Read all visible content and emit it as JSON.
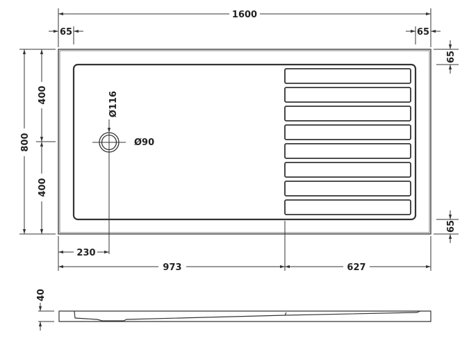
{
  "plan": {
    "overall_length": "1600",
    "overall_width": "800",
    "rim_left": "65",
    "rim_right": "65",
    "rim_top": "65",
    "rim_bottom": "65",
    "waste_from_top": "400",
    "waste_from_bottom": "400",
    "waste_outer_diameter": "Ø116",
    "waste_inner_diameter": "Ø90",
    "waste_from_left": "230",
    "flat_area_length": "973",
    "grate_area_length": "627",
    "grate_count": 8
  },
  "side": {
    "height": "40"
  }
}
